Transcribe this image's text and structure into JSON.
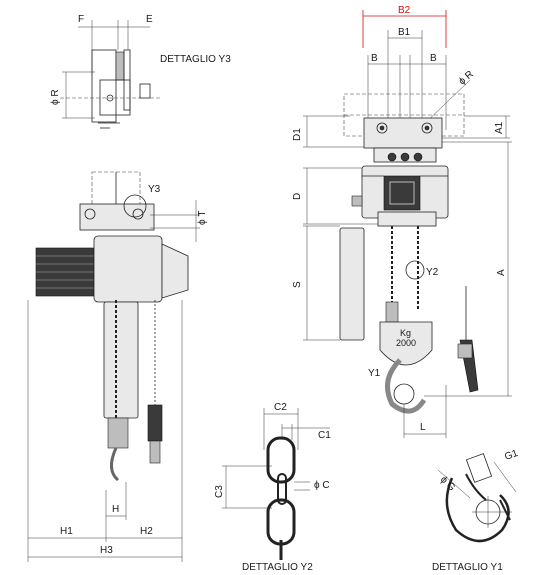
{
  "labels": {
    "F": "F",
    "E": "E",
    "detail_y3": "DETTAGLIO Y3",
    "phi_R_left": "ϕ R",
    "B2": "B2",
    "B1": "B1",
    "B_left": "B",
    "B_right": "B",
    "phi_R_right": "ϕ R",
    "D1": "D1",
    "A1": "A1",
    "Y3": "Y3",
    "phi_T": "ϕ T",
    "D": "D",
    "S": "S",
    "Y2": "Y2",
    "A": "A",
    "kg": "Kg",
    "kg_value": "2000",
    "Y1": "Y1",
    "L": "L",
    "C2": "C2",
    "C1": "C1",
    "C3": "C3",
    "phi_C": "ϕ C",
    "G1": "G1",
    "phi_G": "ϕ G",
    "H": "H",
    "H1": "H1",
    "H2": "H2",
    "H3": "H3",
    "detail_y2": "DETTAGLIO  Y2",
    "detail_y1": "DETTAGLIO  Y1"
  },
  "colors": {
    "line": "#222222",
    "dimension_highlight": "#d01010",
    "body": "#e9e9e9",
    "dark": "#3a3a3a"
  }
}
